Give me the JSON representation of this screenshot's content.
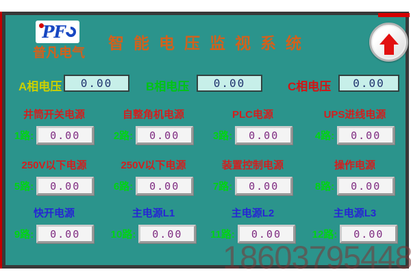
{
  "header": {
    "title": "智能电压监视系统",
    "up_button_icon": "up-arrow-icon"
  },
  "brand": {
    "name": "普凡电气",
    "logo_text": "PF"
  },
  "phases": [
    {
      "label": "A相电压",
      "value": "0.00",
      "label_style": "color:#cbd000"
    },
    {
      "label": "B相电压",
      "value": "0.00",
      "label_style": "color:#00c414"
    },
    {
      "label": "C相电压",
      "value": "0.00",
      "label_style": "color:#d31414"
    }
  ],
  "sources": [
    {
      "no": "1路:",
      "label": "井筒开关电源",
      "value": "0.00",
      "label_style": "color:#d31e1e"
    },
    {
      "no": "2路:",
      "label": "自整角机电源",
      "value": "0.00",
      "label_style": "color:#d31e1e"
    },
    {
      "no": "3路:",
      "label": "PLC电源",
      "value": "0.00",
      "label_style": "color:#d31e1e"
    },
    {
      "no": "4路:",
      "label": "UPS进线电源",
      "value": "0.00",
      "label_style": "color:#d31e1e"
    },
    {
      "no": "5路:",
      "label": "250V以下电源",
      "value": "0.00",
      "label_style": "color:#d31e1e"
    },
    {
      "no": "6路:",
      "label": "250V以下电源",
      "value": "0.00",
      "label_style": "color:#d31e1e"
    },
    {
      "no": "7路:",
      "label": "装置控制电源",
      "value": "0.00",
      "label_style": "color:#d31e1e"
    },
    {
      "no": "8路:",
      "label": "操作电源",
      "value": "0.00",
      "label_style": "color:#d31e1e"
    },
    {
      "no": "9路:",
      "label": "快开电源",
      "value": "0.00",
      "label_style": "color:#2626d3"
    },
    {
      "no": "10路:",
      "label": "主电源L1",
      "value": "0.00",
      "label_style": "color:#2626d3"
    },
    {
      "no": "11路:",
      "label": "主电源L2",
      "value": "0.00",
      "label_style": "color:#2626d3"
    },
    {
      "no": "12路:",
      "label": "主电源L3",
      "value": "0.00",
      "label_style": "color:#2626d3"
    }
  ],
  "watermark": "18603795448",
  "colors": {
    "panel_bg": "#2b948c",
    "panel_border": "#383838",
    "edge_red": "#c40000",
    "title_orange": "#d2611c",
    "logo_blue": "#1747c2",
    "channel_green": "#00d414",
    "phase_box_bg": "#c7efe9",
    "phase_value": "#20336e",
    "source_value": "#7e2a80"
  }
}
